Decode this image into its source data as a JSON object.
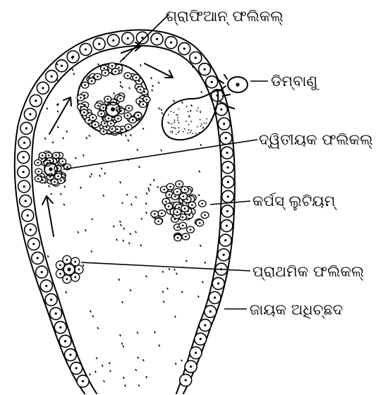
{
  "labels": {
    "graafian_follicle": "ଗ୍ରାଫିଆନ୍ ଫଲିକଲ୍",
    "ovum": "ଡିମ୍ବାଣୁ",
    "secondary_follicle": "ଦ୍ୱିତୀୟକ ଫଲିକଲ୍",
    "corpus_luteum": "କର୍ପସ୍ ଲୁଟିୟମ୍",
    "primary_follicle": "ପ୍ରାଥମିକ ଫଲିକଲ୍",
    "germinal_epithelium": "ଜାୟକ ଅଧିଚ୍ଛଦ"
  },
  "icons": {
    "arrow": "arrow-icon"
  }
}
